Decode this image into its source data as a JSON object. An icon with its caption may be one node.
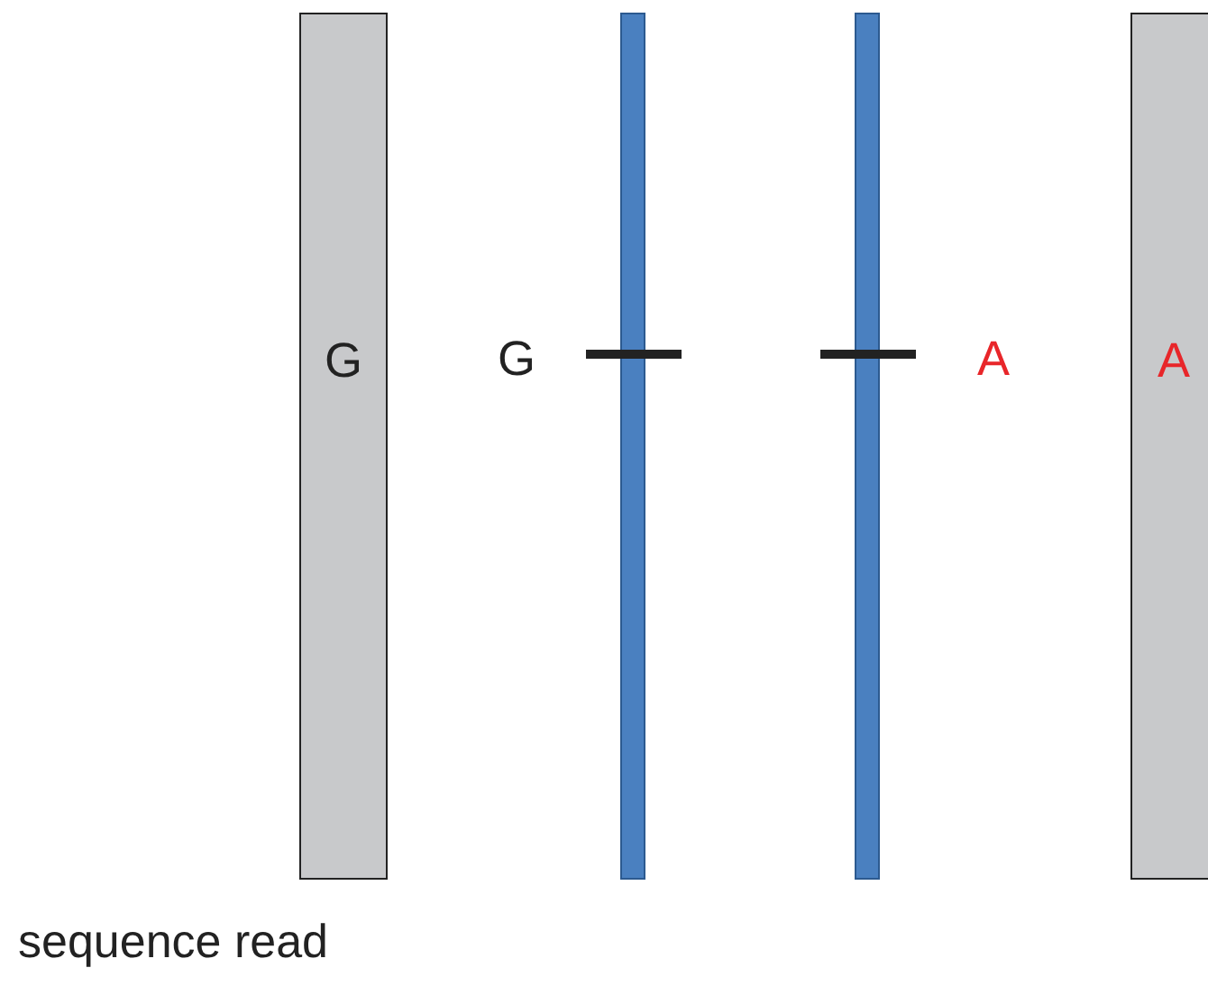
{
  "diagram": {
    "nodes": [
      {
        "text": [
          "G"
        ]
      },
      {
        "text": [],
        "shape": "bar",
        "beside": [
          "G"
        ]
      },
      {
        "text": [],
        "shape": "bar",
        "beside": [
          "A"
        ]
      },
      {
        "text": [
          "A"
        ]
      }
    ],
    "edges": [],
    "labels": [
      "sequence read"
    ]
  }
}
